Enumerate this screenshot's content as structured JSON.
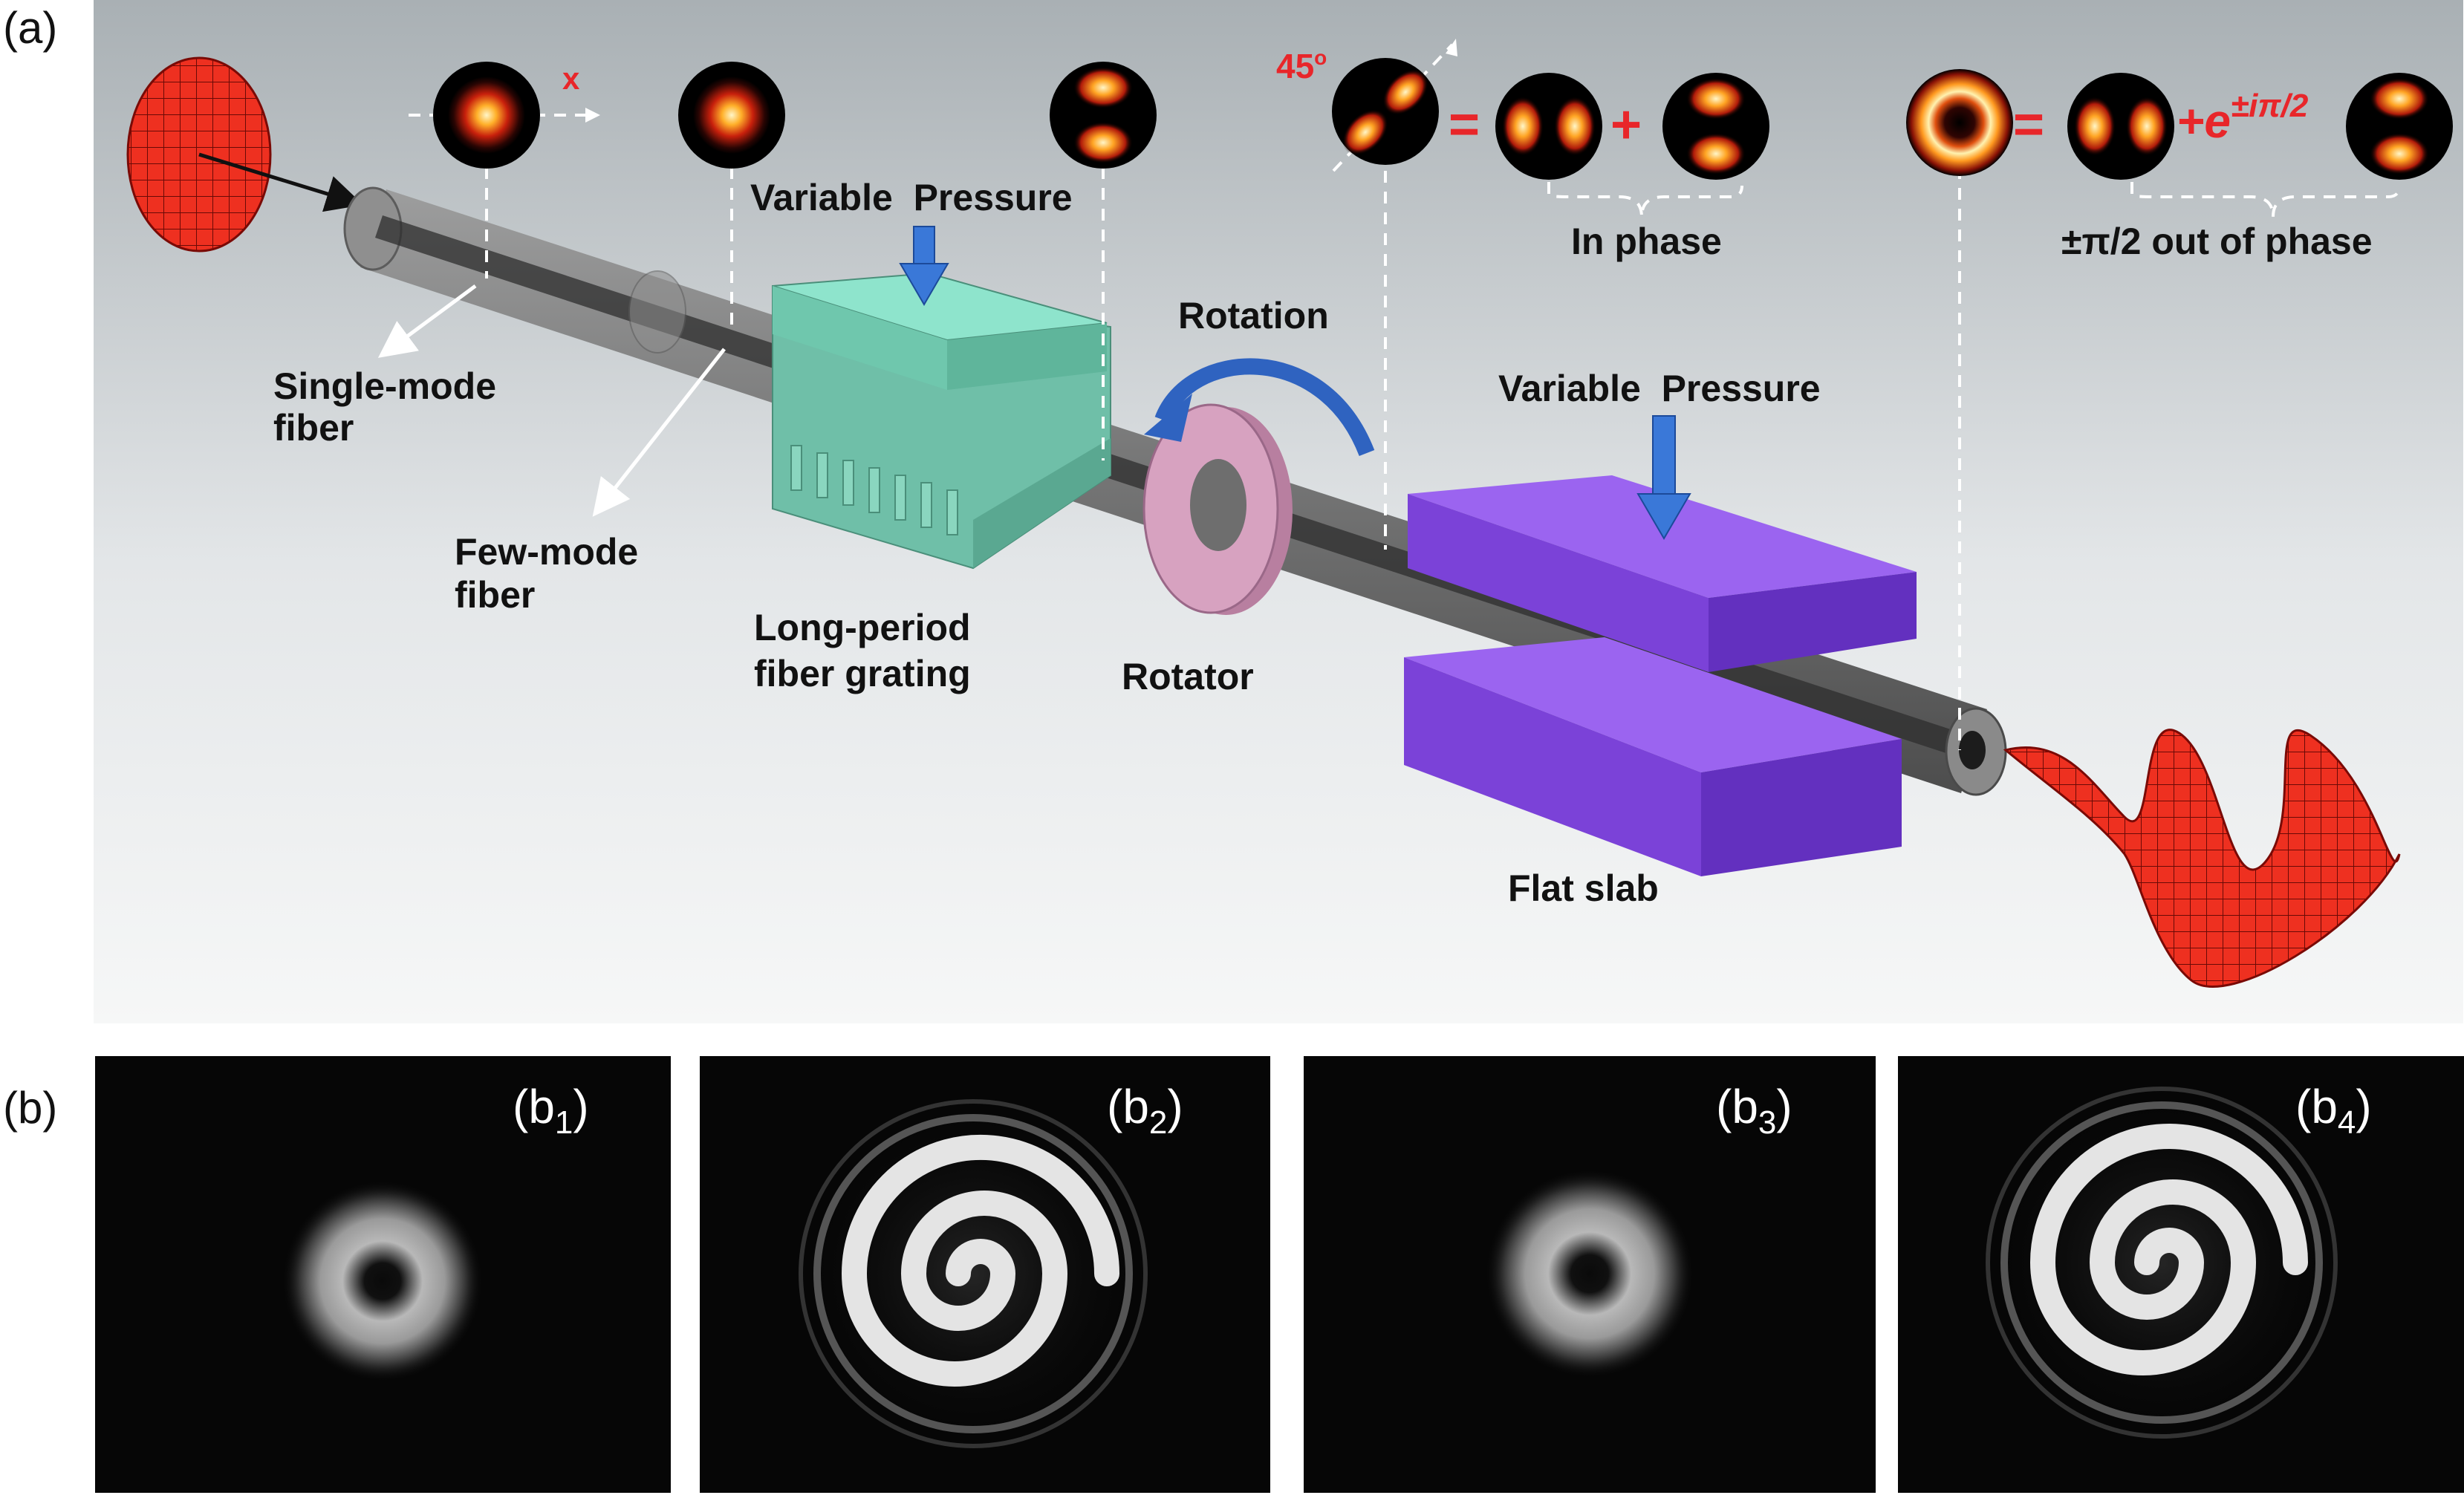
{
  "panel_a": {
    "tag": "(a)",
    "labels": {
      "single_mode_fiber_1": "Single-mode",
      "single_mode_fiber_2": "fiber",
      "few_mode_fiber_1": "Few-mode",
      "few_mode_fiber_2": "fiber",
      "long_period_1": "Long-period",
      "long_period_2": "fiber grating",
      "variable_pressure_1": "Variable  Pressure",
      "variable_pressure_2": "Variable  Pressure",
      "rotation": "Rotation",
      "rotator": "Rotator",
      "flat_slab": "Flat slab",
      "in_phase": "In phase",
      "out_of_phase": "±π/2 out of phase"
    },
    "annotations": {
      "x_axis": "x",
      "angle": "45",
      "angle_sup": "o",
      "equals_1": "=",
      "plus_1": "+",
      "equals_2": "=",
      "plus_e": "+e",
      "exponent": "±iπ/2"
    }
  },
  "panel_b": {
    "tag": "(b)",
    "subpanels": [
      {
        "tag": "(b",
        "sub": "1",
        "close": ")"
      },
      {
        "tag": "(b",
        "sub": "2",
        "close": ")"
      },
      {
        "tag": "(b",
        "sub": "3",
        "close": ")"
      },
      {
        "tag": "(b",
        "sub": "4",
        "close": ")"
      }
    ]
  },
  "colors": {
    "fiber": "#6b6b6b",
    "grating": "#6fc7ad",
    "slab": "#7b42d8",
    "rotator": "#c98fae",
    "arrow_blue": "#3a78d8",
    "mode_red": "#e8262a"
  }
}
